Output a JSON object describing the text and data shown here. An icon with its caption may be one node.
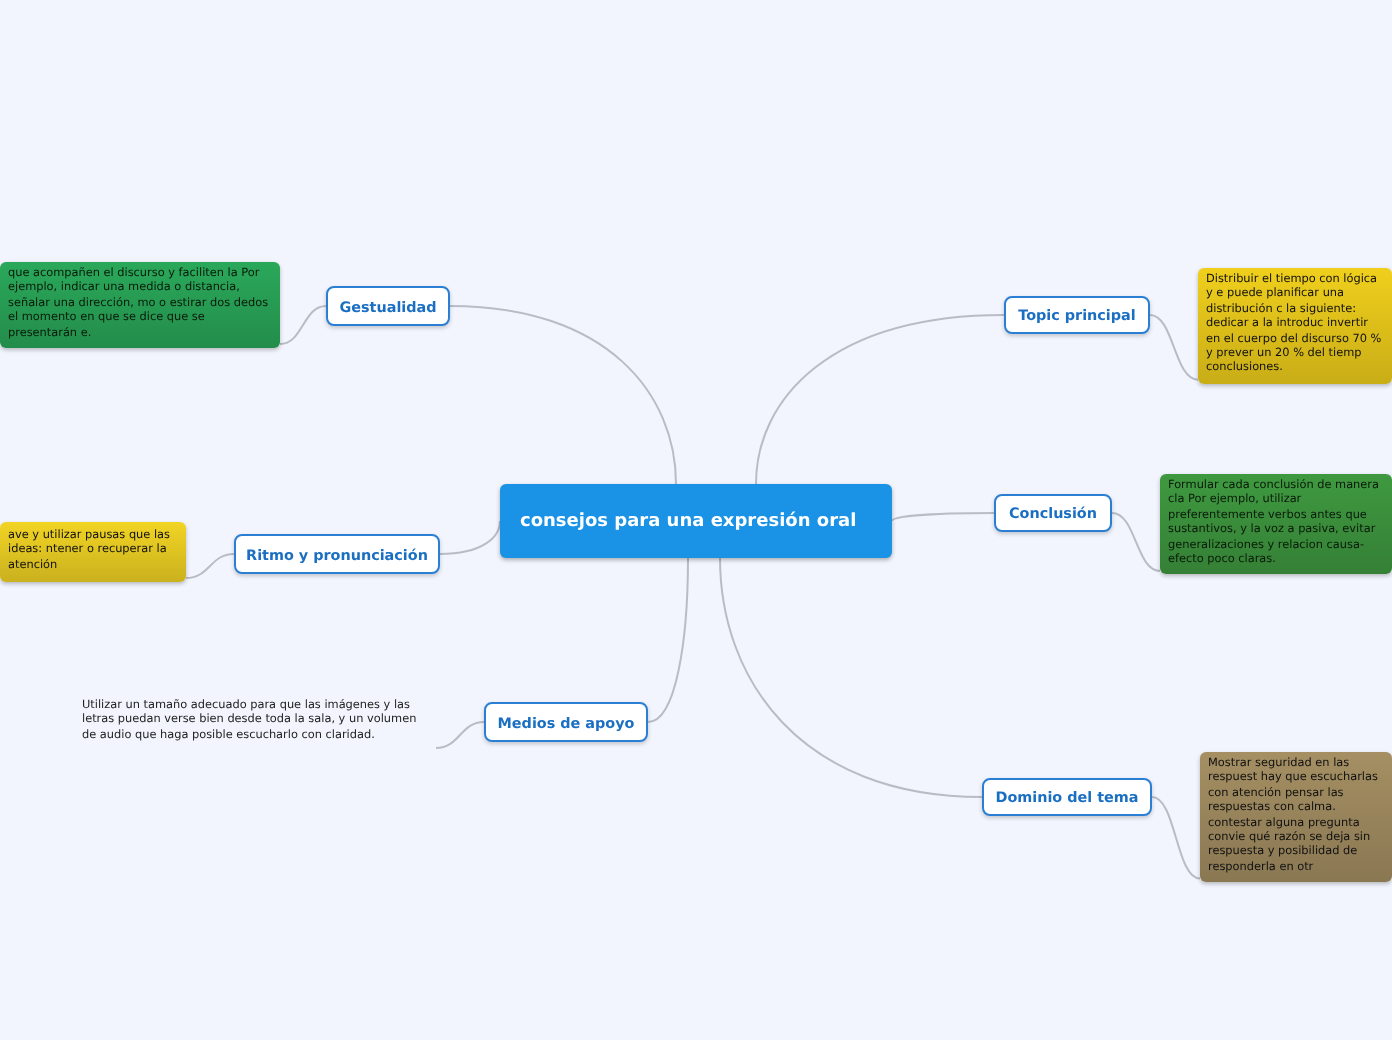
{
  "diagram": {
    "nodes": [
      {
        "text": [
          "consejos para una expresión oral"
        ]
      },
      {
        "text": [
          "Topic principal"
        ]
      },
      {
        "text": [
          "Conclusión"
        ]
      },
      {
        "text": [
          "Dominio del tema"
        ]
      },
      {
        "text": [
          "Gestualidad"
        ]
      },
      {
        "text": [
          "Ritmo y pronunciación"
        ]
      },
      {
        "text": [
          "Medios de apoyo"
        ]
      },
      {
        "text": [
          "Distribuir el tiempo con lógica y e puede planificar una distribución c la siguiente: dedicar a la introduc invertir en el cuerpo del discurso 70 % y prever un 20 % del tiemp conclusiones."
        ]
      },
      {
        "text": [
          "Formular cada conclusión de manera cla Por ejemplo, utilizar preferentemente verbos antes que sustantivos, y la voz a pasiva, evitar generalizaciones y relacion causa-efecto poco claras."
        ]
      },
      {
        "text": [
          "Mostrar seguridad en las respuest hay que escucharlas con atención pensar las respuestas con calma. contestar alguna pregunta convie qué razón se deja sin respuesta y posibilidad de responderla en otr"
        ]
      },
      {
        "text": [
          "que acompañen el discurso y faciliten la Por ejemplo, indicar una medida o distancia, señalar una dirección, mo o estirar dos dedos el momento en que se dice que se presentarán e."
        ]
      },
      {
        "text": [
          "ave y utilizar pausas que las ideas: ntener o recuperar la atención"
        ]
      },
      {
        "text": [
          "Utilizar un tamaño adecuado para que las imágenes y las letras puedan verse bien desde toda la sala, y un volumen de audio que haga posible escucharlo con claridad."
        ]
      }
    ],
    "edges": [
      {
        "from": 0,
        "to": 1,
        "arrow": "none"
      },
      {
        "from": 0,
        "to": 2,
        "arrow": "none"
      },
      {
        "from": 0,
        "to": 3,
        "arrow": "none"
      },
      {
        "from": 0,
        "to": 4,
        "arrow": "none"
      },
      {
        "from": 0,
        "to": 5,
        "arrow": "none"
      },
      {
        "from": 0,
        "to": 6,
        "arrow": "none"
      },
      {
        "from": 1,
        "to": 7,
        "arrow": "none"
      },
      {
        "from": 2,
        "to": 8,
        "arrow": "none"
      },
      {
        "from": 3,
        "to": 9,
        "arrow": "none"
      },
      {
        "from": 4,
        "to": 10,
        "arrow": "none"
      },
      {
        "from": 5,
        "to": 11,
        "arrow": "none"
      },
      {
        "from": 6,
        "to": 12,
        "arrow": "none"
      }
    ]
  }
}
